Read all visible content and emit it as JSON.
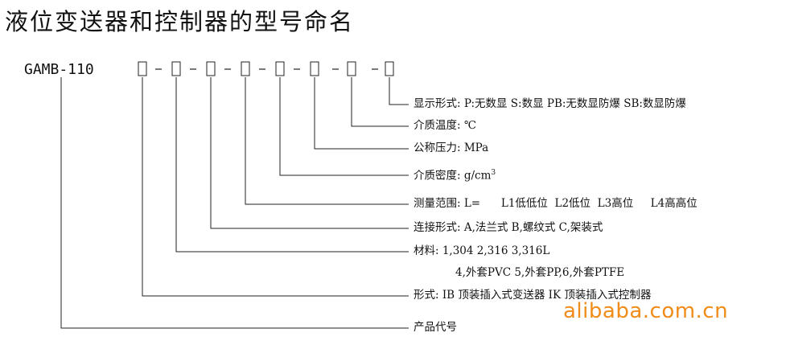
{
  "title": "液位变送器和控制器的型号命名",
  "model_prefix": "GAMB-110",
  "separators": [
    "-",
    "-",
    "-",
    "-",
    "-",
    "-",
    "-"
  ],
  "field_count": 8,
  "labels": {
    "display": "显示形式: P:无数显 S:数显 PB:无数显防爆 SB:数显防爆",
    "temperature": "介质温度: ℃",
    "pressure": "公称压力: MPa",
    "density_prefix": "介质密度: g/cm",
    "density_sup": "3",
    "range": "测量范围: L=      L1低低位  L2低位  L3高位     L4高高位",
    "connection": "连接形式: A,法兰式 B,螺纹式 C,架装式",
    "material_1": "材料: 1,304 2,316 3,316L",
    "material_2": "4,外套PVC 5,外套PP,6,外套PTFE",
    "form": "形式: IB 顶装插入式变送器 IK 顶装插入式控制器",
    "product_code": "产品代号"
  },
  "watermark": "alibaba.com.cn"
}
